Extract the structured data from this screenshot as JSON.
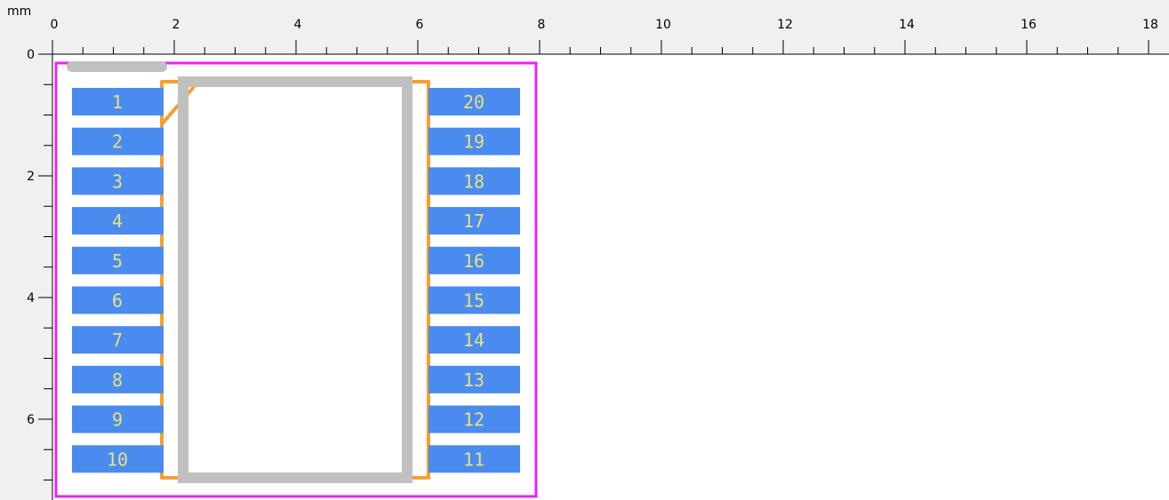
{
  "ruler": {
    "unit": "mm",
    "x_ticks": [
      "0",
      "2",
      "4",
      "6",
      "8",
      "10",
      "12",
      "14",
      "16",
      "18"
    ],
    "y_ticks": [
      "0",
      "2",
      "4",
      "6"
    ]
  },
  "footprint": {
    "pads_left": [
      "1",
      "2",
      "3",
      "4",
      "5",
      "6",
      "7",
      "8",
      "9",
      "10"
    ],
    "pads_right": [
      "20",
      "19",
      "18",
      "17",
      "16",
      "15",
      "14",
      "13",
      "12",
      "11"
    ]
  },
  "colors": {
    "pad": "#4a8bf0",
    "pad_label": "#e8e27a",
    "courtyard": "#ee22ee",
    "fab_outline": "#f5a030",
    "silkscreen": "#c0c0c0",
    "canvas": "#ffffff",
    "ruler_bg": "#f0f0f0"
  }
}
